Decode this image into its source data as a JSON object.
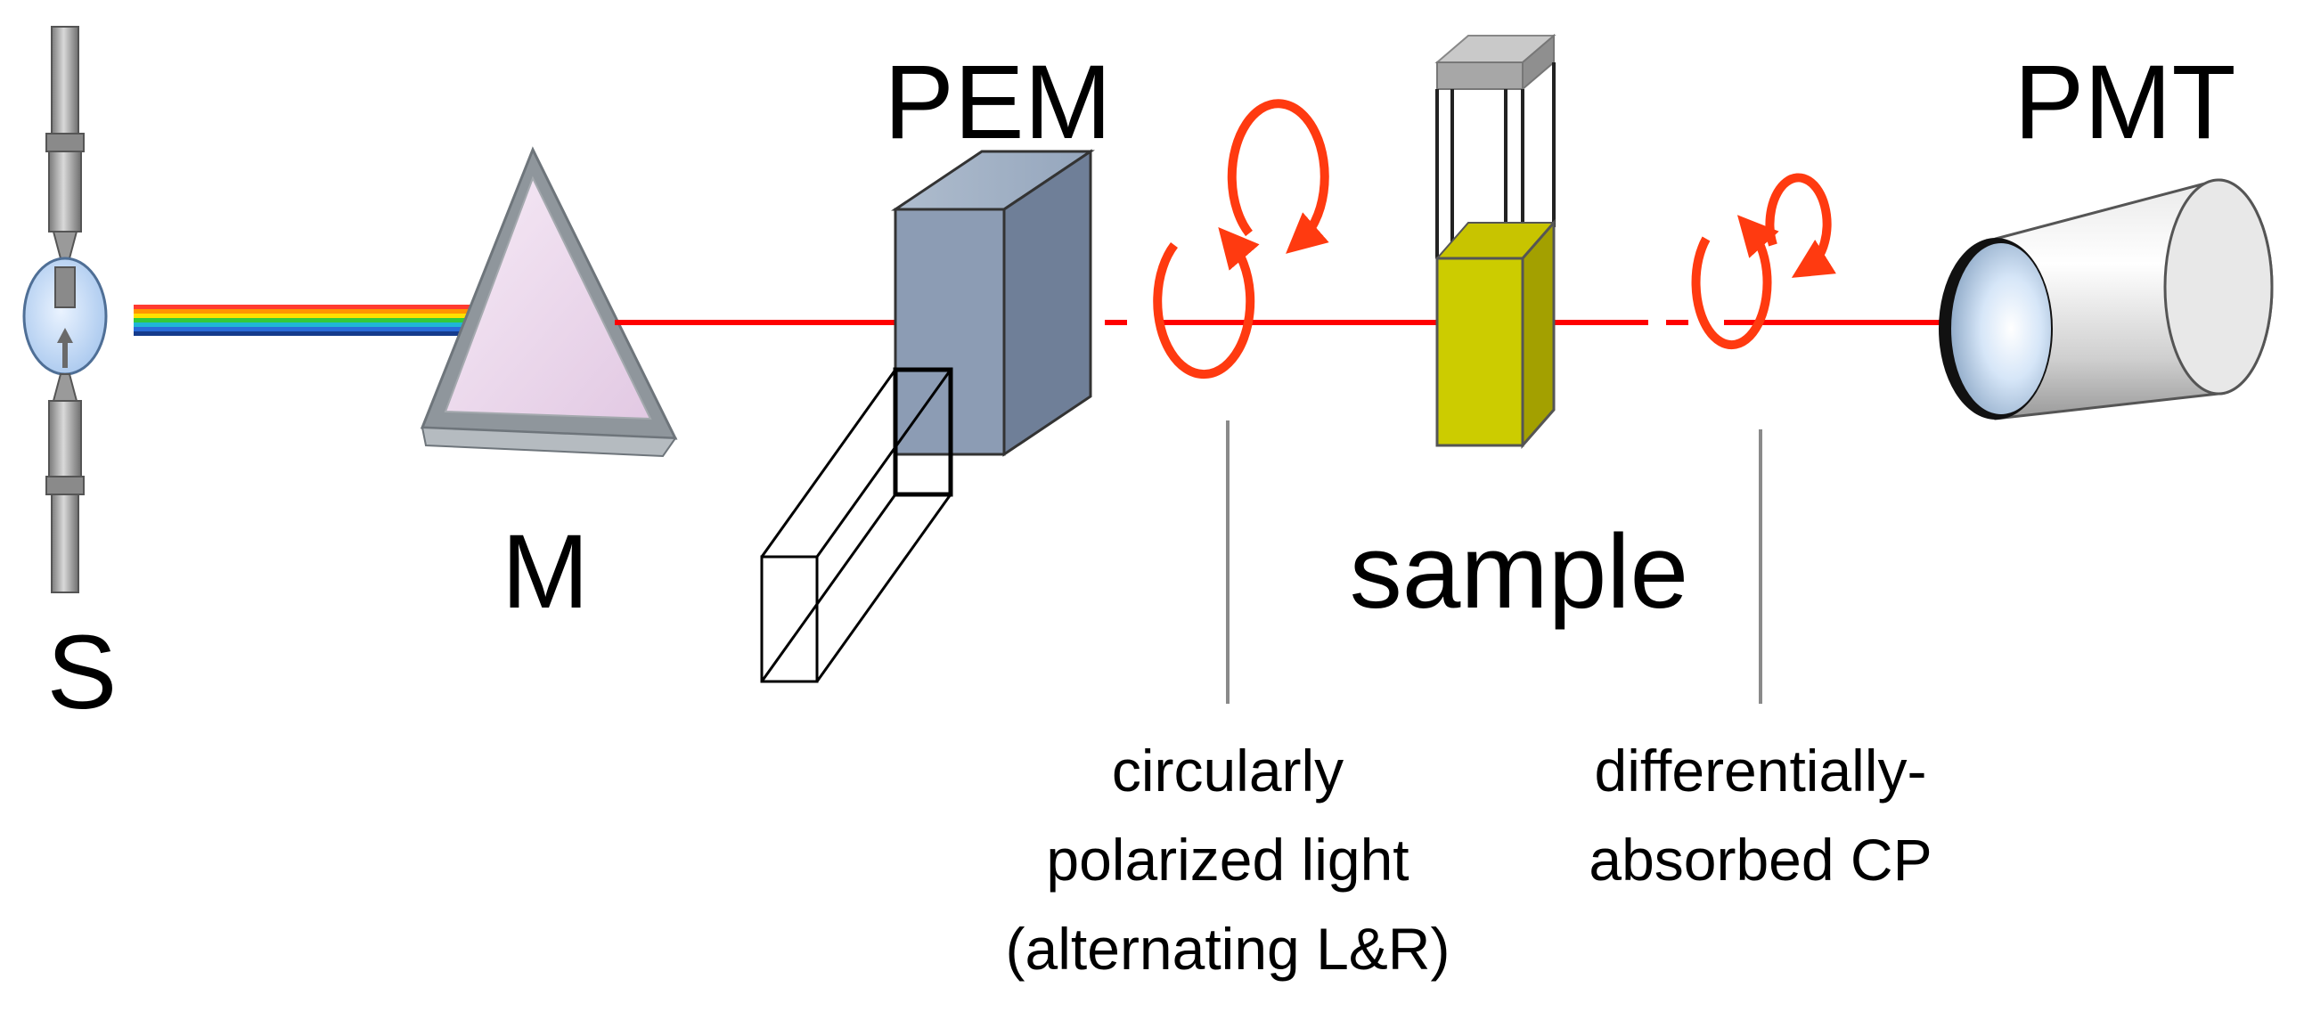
{
  "labels": {
    "source": "S",
    "monochromator": "M",
    "pem": "PEM",
    "sample": "sample",
    "pmt": "PMT",
    "cp_light_lines": [
      "circularly",
      "polarized light",
      "(alternating L&R)"
    ],
    "dacp_lines": [
      "differentially-",
      "absorbed CP"
    ]
  },
  "colors": {
    "beam": "#ff0000",
    "polarization_arrows": "#ff3a10",
    "sample_liquid": "#cccc00",
    "pem_crystal": "#8c9cb4",
    "lamp_glass": "#b8d4f2",
    "prism_face": "#f1dcef"
  },
  "icons": {
    "source": "xenon-lamp-icon",
    "monochromator": "prism-icon",
    "pem": "photoelastic-modulator-icon",
    "sample": "cuvette-icon",
    "pmt": "photomultiplier-tube-icon"
  }
}
